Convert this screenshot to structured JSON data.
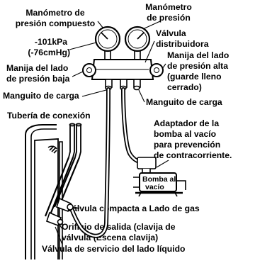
{
  "labels": {
    "compound_gauge": [
      "Manómetro de",
      "presión compuesto"
    ],
    "pressure_gauge": [
      "Manómetro",
      "de presión"
    ],
    "vacuum_reading": [
      "-101kPa",
      "(-76cmHg)"
    ],
    "distributor_valve": [
      "Válvula",
      "distribuidora"
    ],
    "low_side_handle": [
      "Manija del lado",
      "de presión baja"
    ],
    "high_side_handle": [
      "Manija del lado",
      "de presión alta",
      "(guarde lleno",
      "cerrado)"
    ],
    "charge_hose_left": "Manguito de carga",
    "charge_hose_right": "Manguito de carga",
    "connection_pipe": "Tubería de conexión",
    "vacuum_adapter": [
      "Adaptador de la",
      "bomba al vacío",
      "para prevención",
      "de contracorriente."
    ],
    "vacuum_pump": [
      "Bomba al",
      "vacío"
    ],
    "gas_side_valve": "Válvula compacta a Lado de gas",
    "outlet_port": [
      "Orificio de salida (clavija de",
      "válvula (Escena clavija)"
    ],
    "liquid_side_valve": "Válvula de servicio del lado líquido"
  }
}
